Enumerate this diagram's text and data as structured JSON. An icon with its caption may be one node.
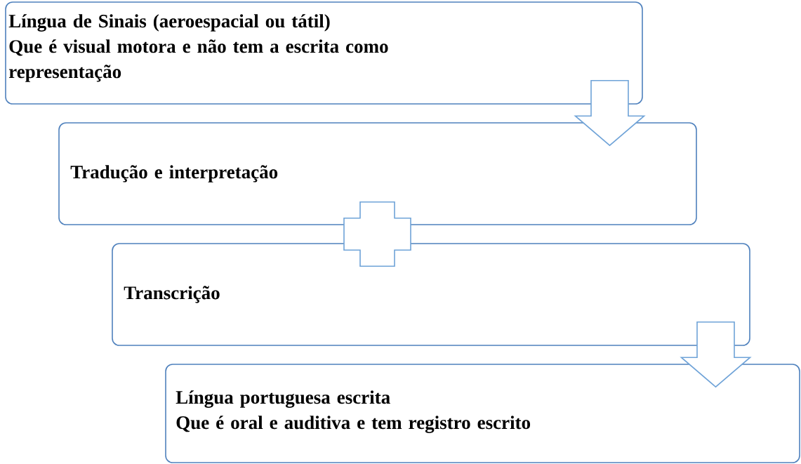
{
  "diagram": {
    "nodes": [
      {
        "text": [
          "Língua de Sinais (aeroespacial ou tátil)",
          "Que é visual motora e não tem a escrita como representação"
        ]
      },
      {
        "text": [
          "Tradução e interpretação"
        ]
      },
      {
        "text": [
          "Transcrição"
        ]
      },
      {
        "text": [
          "Língua portuguesa escrita",
          "Que é oral e auditiva e tem registro escrito"
        ]
      }
    ],
    "edges": [
      {
        "from": 0,
        "to": 1,
        "arrow": "to"
      },
      {
        "from": 1,
        "to": 2,
        "arrow": "none"
      },
      {
        "from": 2,
        "to": 3,
        "arrow": "to"
      }
    ]
  }
}
